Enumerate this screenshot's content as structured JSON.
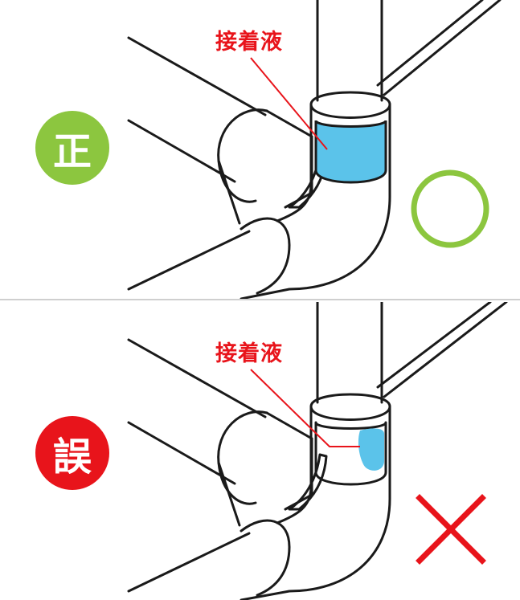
{
  "panels": {
    "correct": {
      "badge": "正",
      "label": "接着液",
      "mark": "circle-mark",
      "badge_color": "#8cc63f",
      "mark_color": "#8cc63f",
      "glue_color": "#5bc3ea"
    },
    "wrong": {
      "badge": "誤",
      "label": "接着液",
      "mark": "cross-mark",
      "badge_color": "#e8141b",
      "mark_color": "#e8141b",
      "glue_color": "#5bc3ea"
    }
  },
  "colors": {
    "line": "#1a1a1a",
    "label": "#e8141b",
    "divider": "#cfcfcf"
  }
}
